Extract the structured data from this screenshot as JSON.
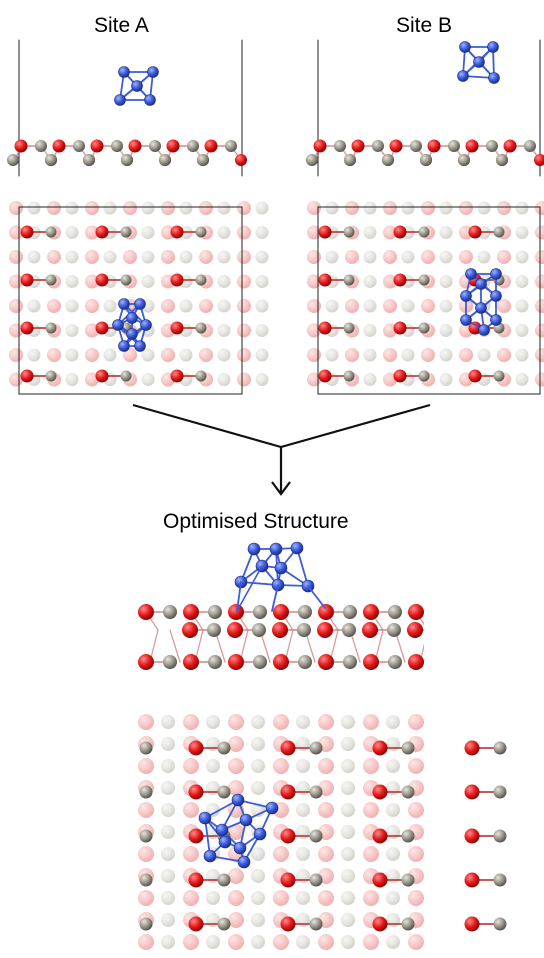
{
  "labels": {
    "site_a": "Site A",
    "site_b": "Site B",
    "optimised": "Optimised Structure"
  },
  "colors": {
    "oxygen": "#e41a1a",
    "metal": "#9a978c",
    "cluster": "#3b5bdb",
    "frame": "#222222",
    "arrow": "#111111"
  },
  "panels": [
    {
      "id": "site-a-side-view",
      "view": "side"
    },
    {
      "id": "site-a-top-view",
      "view": "top"
    },
    {
      "id": "site-b-side-view",
      "view": "side"
    },
    {
      "id": "site-b-top-view",
      "view": "top"
    },
    {
      "id": "optimised-side-view",
      "view": "side"
    },
    {
      "id": "optimised-top-view",
      "view": "top"
    }
  ]
}
